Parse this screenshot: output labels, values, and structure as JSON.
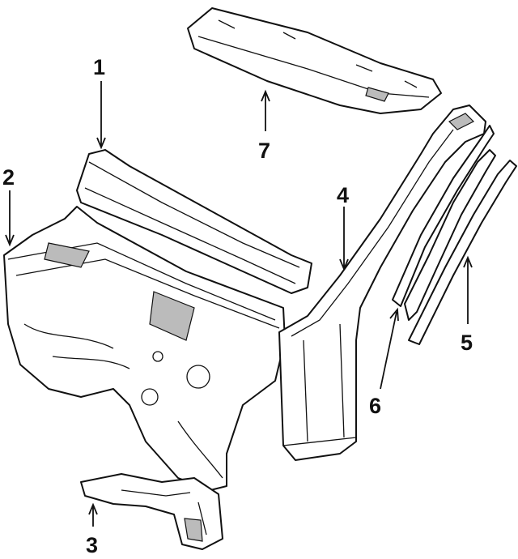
{
  "callouts": [
    {
      "id": "1",
      "label": "1"
    },
    {
      "id": "2",
      "label": "2"
    },
    {
      "id": "3",
      "label": "3"
    },
    {
      "id": "4",
      "label": "4"
    },
    {
      "id": "5",
      "label": "5"
    },
    {
      "id": "6",
      "label": "6"
    },
    {
      "id": "7",
      "label": "7"
    }
  ],
  "colors": {
    "line": "#111111",
    "background": "#ffffff"
  }
}
